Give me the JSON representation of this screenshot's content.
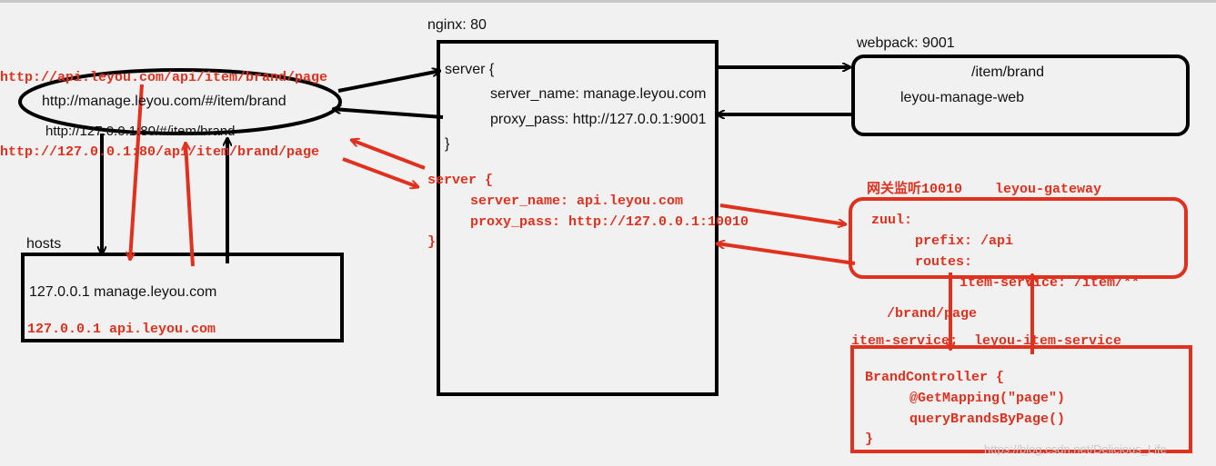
{
  "nginx": {
    "title": "nginx: 80",
    "block1": {
      "open": "server {",
      "server_name": "server_name: manage.leyou.com",
      "proxy_pass": "proxy_pass: http://127.0.0.1:9001",
      "close": "}"
    },
    "block2": {
      "open": "server {",
      "server_name": "server_name: api.leyou.com",
      "proxy_pass": "proxy_pass: http://127.0.0.1:10010",
      "close": "}"
    }
  },
  "webpack": {
    "title": "webpack: 9001",
    "path": "/item/brand",
    "name": "leyou-manage-web"
  },
  "browser": {
    "url_manage": "http://manage.leyou.com/#/item/brand",
    "url_api": "http://api.leyou.com/api/item/brand/page",
    "url_local": "http://127.0.0.1:80/#/item/brand",
    "url_local_api": "http://127.0.0.1:80/api/item/brand/page"
  },
  "hosts": {
    "title": "hosts",
    "entry_manage": "127.0.0.1 manage.leyou.com",
    "entry_api": "127.0.0.1 api.leyou.com"
  },
  "gateway": {
    "title": "网关监听10010    leyou-gateway",
    "zuul": "zuul:",
    "prefix": "prefix: /api",
    "routes": "routes:",
    "route": "item-service: /item/**",
    "forward_path": "/brand/page"
  },
  "item_service": {
    "title": "item-service:  leyou-item-service",
    "controller": "BrandController {",
    "mapping": "@GetMapping(\"page\")",
    "method": "queryBrandsByPage()",
    "close": "}"
  },
  "watermark": "https://blog.csdn.net/Delicious_Life",
  "colors": {
    "ink": "#000000",
    "annotation": "#e0301e",
    "background": "#f1f1f1"
  }
}
